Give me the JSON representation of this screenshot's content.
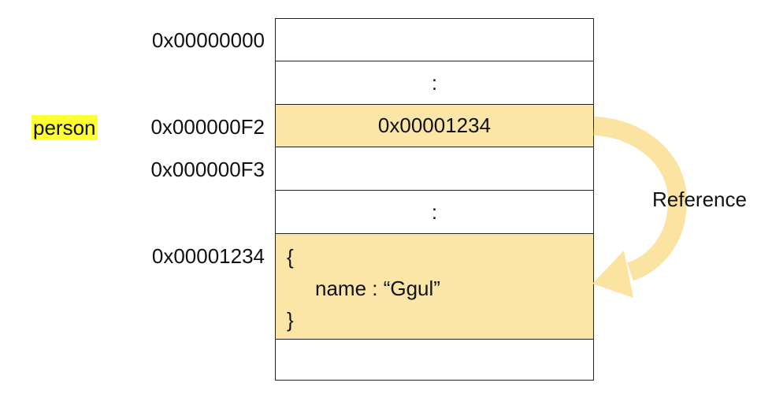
{
  "variable": {
    "name": "person",
    "highlight_color": "#ffff33"
  },
  "addresses": [
    "0x00000000",
    "0x000000F2",
    "0x000000F3",
    "0x00001234"
  ],
  "memory_cells": [
    {
      "value": ""
    },
    {
      "value": ":"
    },
    {
      "value": "0x00001234"
    },
    {
      "value": ""
    },
    {
      "value": ":"
    },
    {
      "object_lines": [
        "{",
        "name : “Ggul”",
        "}"
      ]
    },
    {
      "value": ""
    }
  ],
  "arrow": {
    "label": "Reference",
    "color": "#fbe3a2"
  },
  "colors": {
    "highlight_cell": "#fbe5a7",
    "border": "#222222"
  }
}
